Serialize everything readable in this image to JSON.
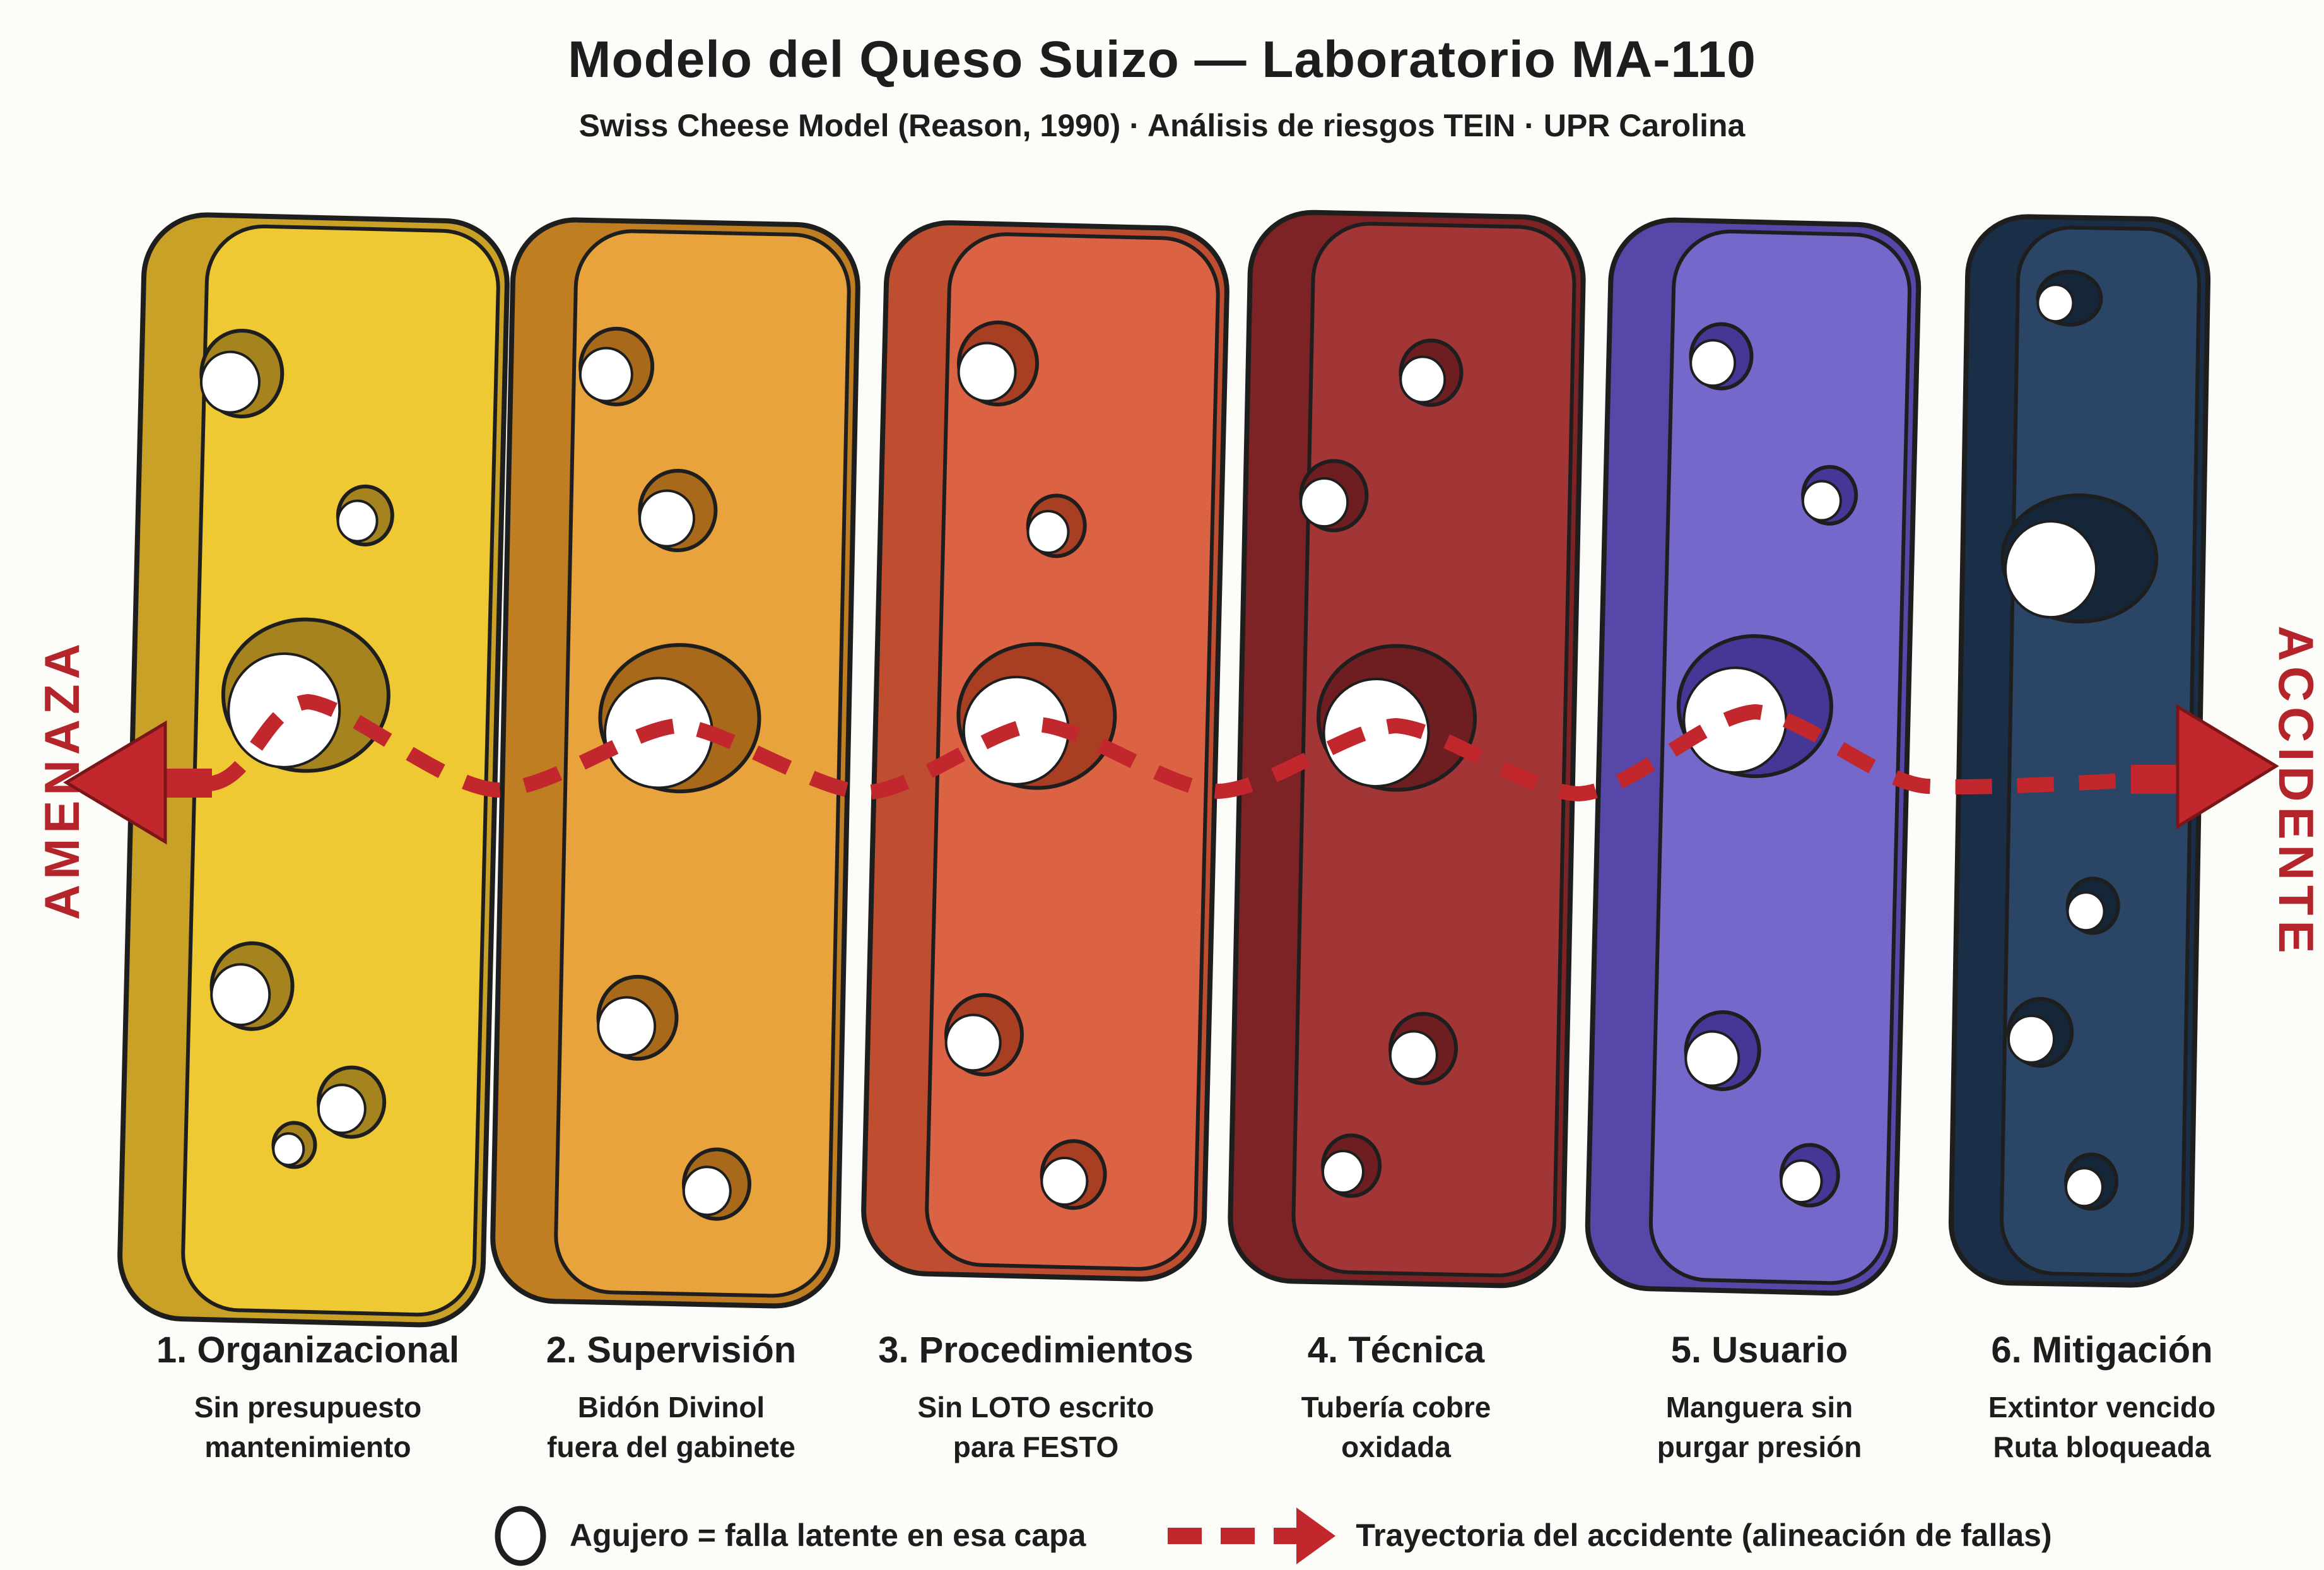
{
  "header": {
    "title": "Modelo del Queso Suizo — Laboratorio MA-110",
    "subtitle": "Swiss Cheese Model (Reason, 1990) · Análisis de riesgos TEIN · UPR Carolina"
  },
  "side_labels": {
    "left": "AMENAZA",
    "right": "ACCIDENTE"
  },
  "slices": [
    {
      "title": "1. Organizacional",
      "line1": "Sin presupuesto",
      "line2": "mantenimiento",
      "face_color": "#EFC934",
      "side_color": "#C9A127",
      "hole_rim_color": "#A5831F"
    },
    {
      "title": "2. Supervisión",
      "line1": "Bidón Divinol",
      "line2": "fuera del gabinete",
      "face_color": "#E8A33D",
      "side_color": "#C07E22",
      "hole_rim_color": "#A8691B"
    },
    {
      "title": "3. Procedimientos",
      "line1": "Sin LOTO escrito",
      "line2": "para FESTO",
      "face_color": "#DC6244",
      "side_color": "#BF4E30",
      "hole_rim_color": "#A83E22"
    },
    {
      "title": "4. Técnica",
      "line1": "Tubería cobre",
      "line2": "oxidada",
      "face_color": "#A23536",
      "side_color": "#7E2325",
      "hole_rim_color": "#6E1E20"
    },
    {
      "title": "5. Usuario",
      "line1": "Manguera sin",
      "line2": "purgar presión",
      "face_color": "#7568CB",
      "side_color": "#5747A8",
      "hole_rim_color": "#453795"
    },
    {
      "title": "6. Mitigación",
      "line1": "Extintor vencido",
      "line2": "Ruta bloqueada",
      "face_color": "#2A4565",
      "side_color": "#1B2E47",
      "hole_rim_color": "#152638"
    }
  ],
  "legend": {
    "hole_label": "Agujero = falla latente en esa capa",
    "trajectory_label": "Trayectoria del accidente (alineación de fallas)"
  },
  "colors": {
    "accident_red": "#C1272D",
    "label_red": "#B3252B",
    "ink": "#1E1E1E",
    "background": "#FCFCF9",
    "hole_white": "#FFFFFF"
  }
}
